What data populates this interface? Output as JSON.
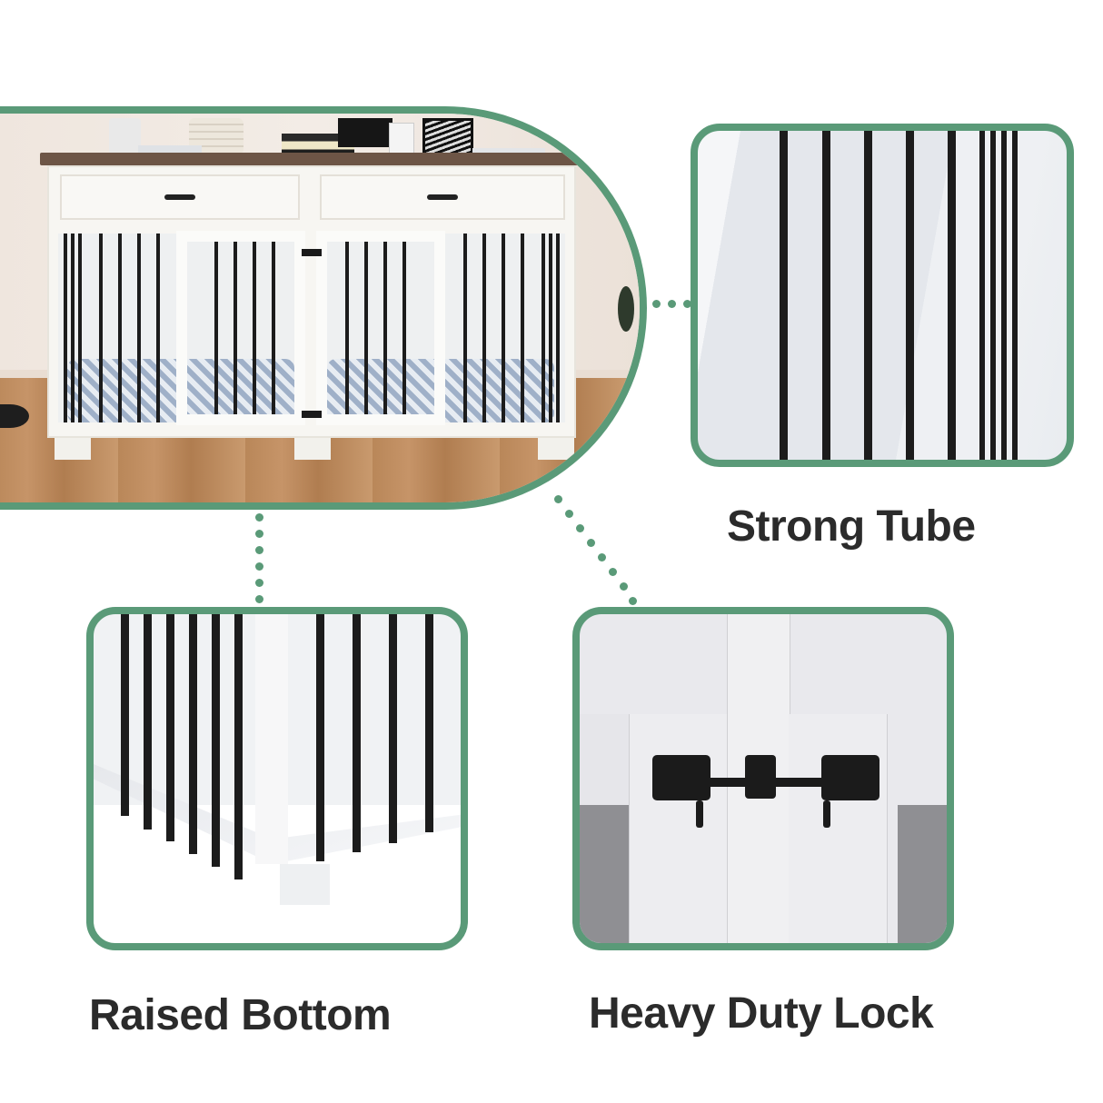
{
  "hero": {
    "subject": "white double dog kennel furniture with two drawers, brown top, black metal bars and plaid beds",
    "accent_color": "#5a9a78"
  },
  "features": [
    {
      "id": "strong-tube",
      "label": "Strong Tube"
    },
    {
      "id": "raised-bottom",
      "label": "Raised Bottom"
    },
    {
      "id": "heavy-duty-lock",
      "label": "Heavy Duty Lock"
    }
  ],
  "colors": {
    "accent_green": "#5a9a78",
    "label_text": "#2b2b2b",
    "bar_black": "#1c1c1c",
    "cabinet_white": "#f7f6f2",
    "top_brown": "#6d5546"
  }
}
